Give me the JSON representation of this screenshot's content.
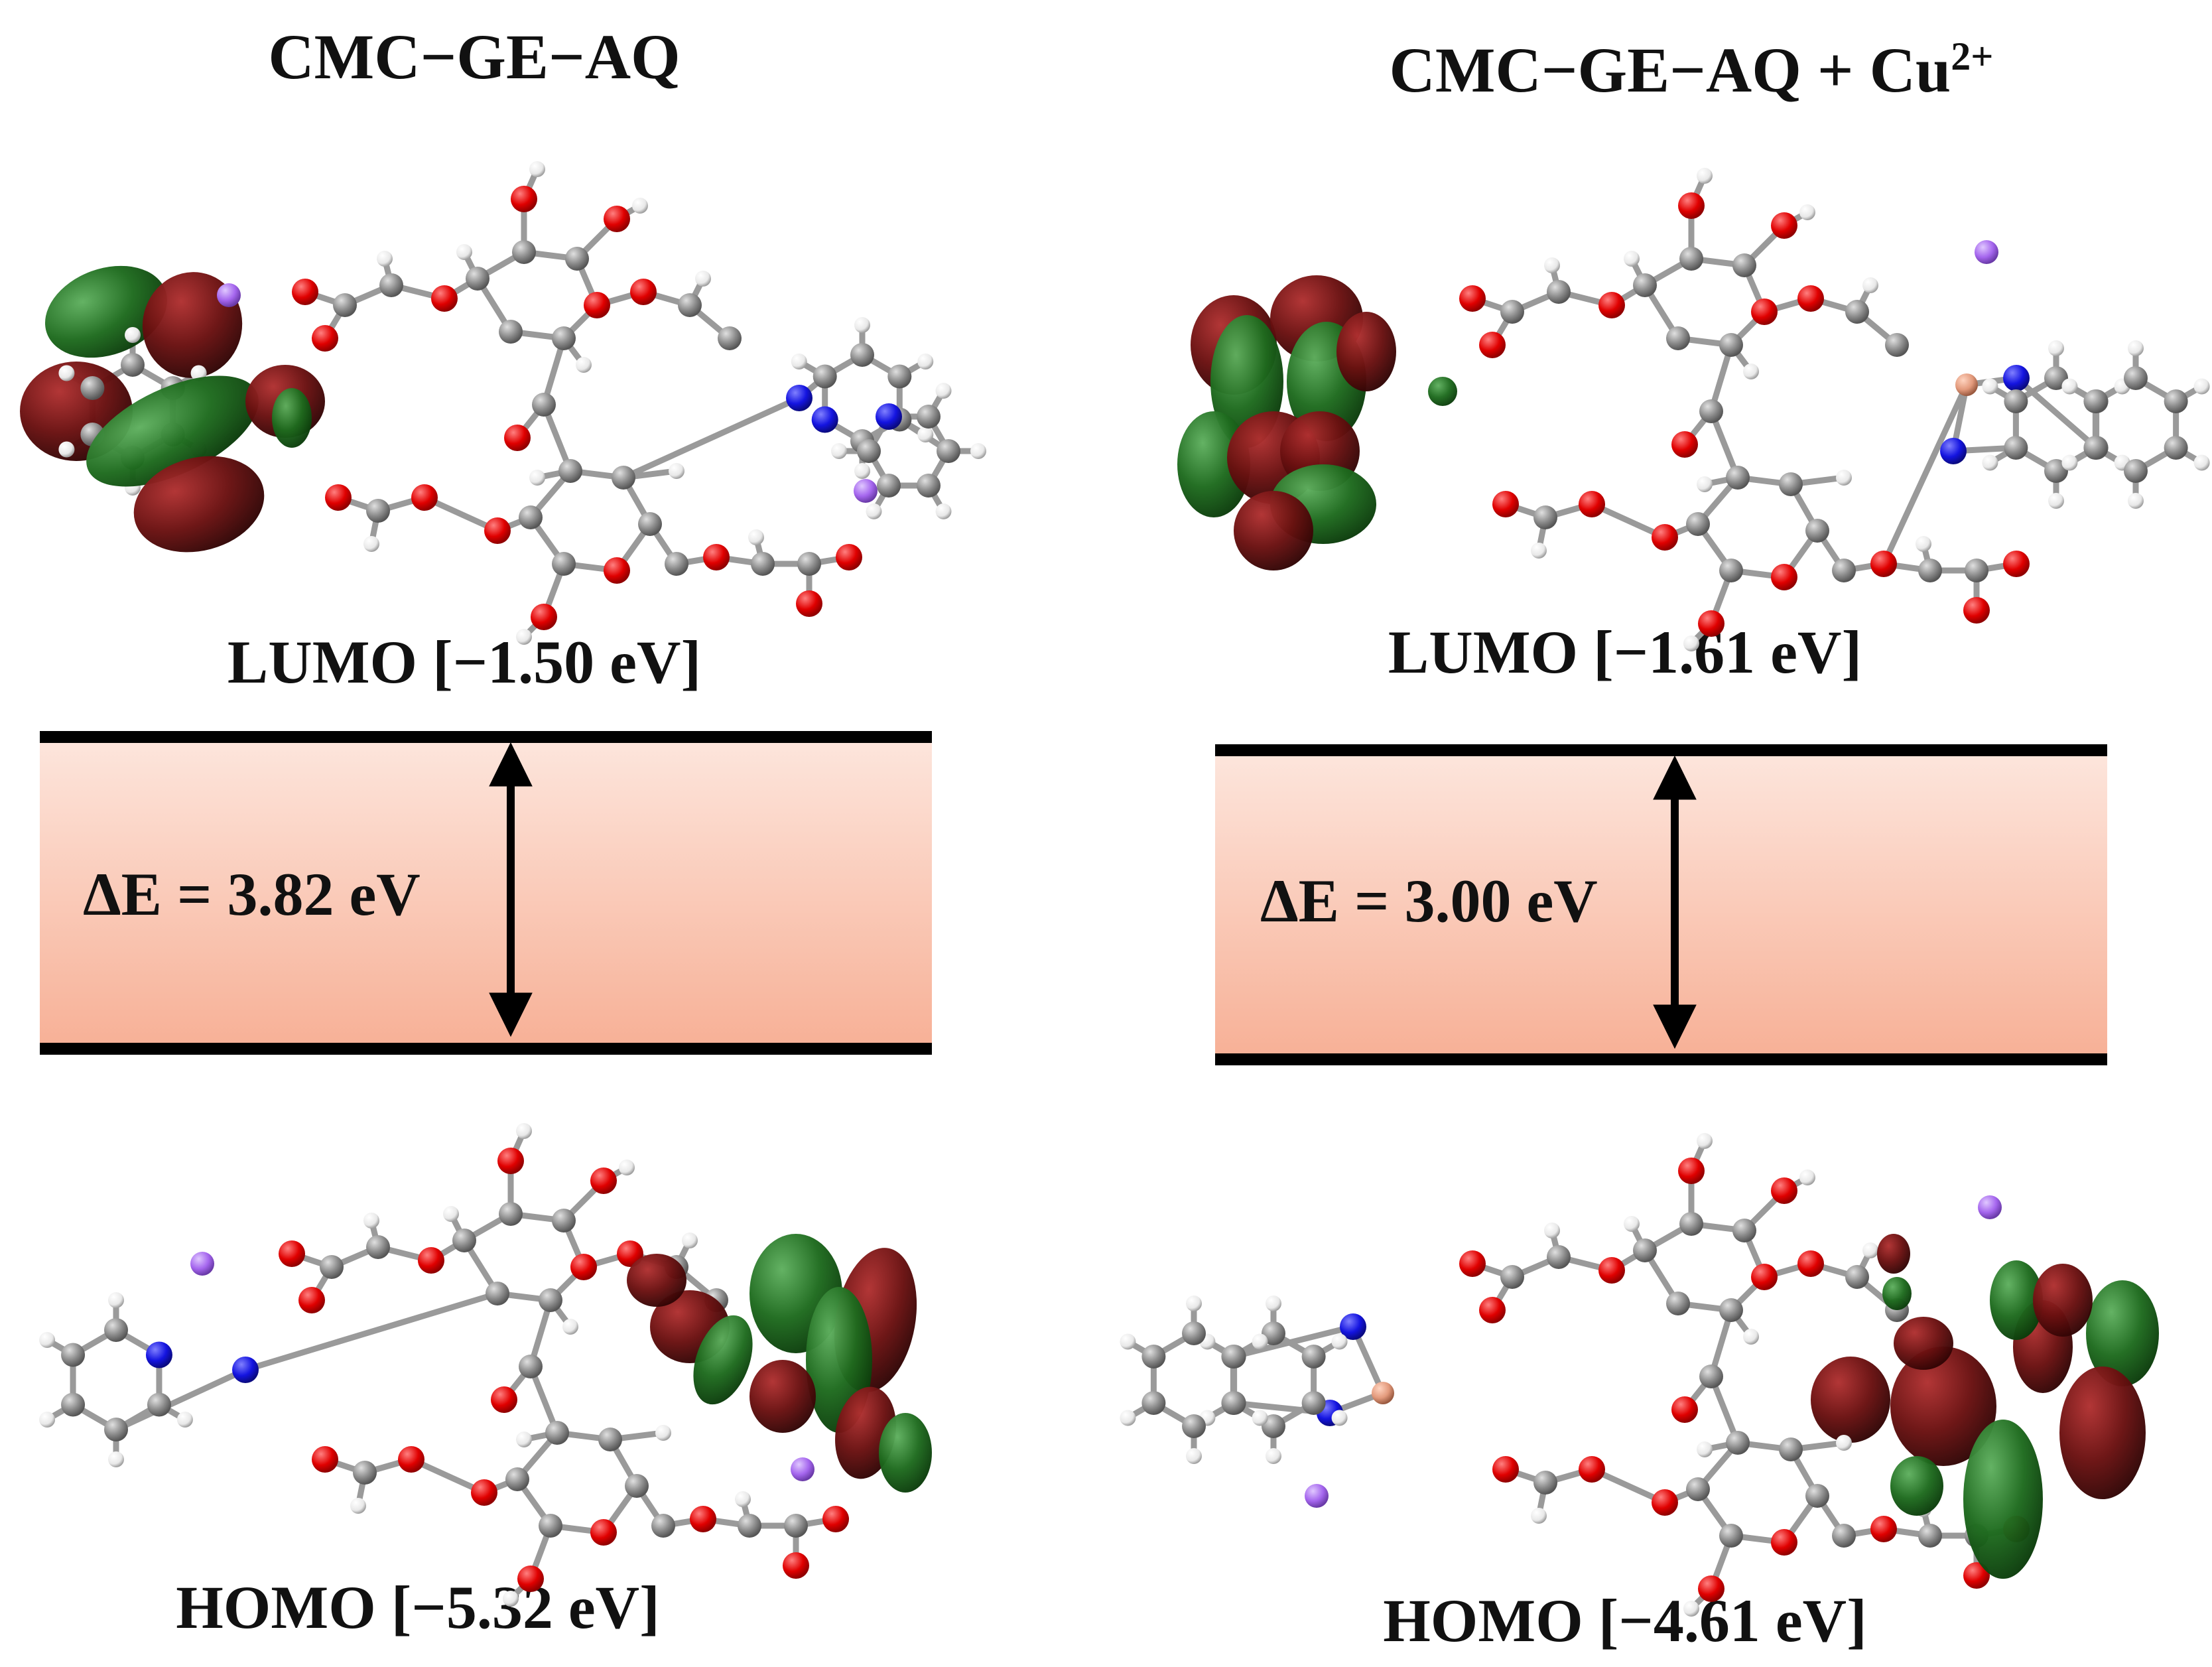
{
  "left_panel": {
    "title": "CMC−GE−AQ",
    "lumo_label": "LUMO [−1.50 eV]",
    "homo_label": "HOMO [−5.32 eV]",
    "gap_label": "ΔE = 3.82 eV"
  },
  "right_panel": {
    "title_main": "CMC−GE−AQ + Cu",
    "title_sup": "2+",
    "lumo_label": "LUMO [−1.61 eV]",
    "homo_label": "HOMO [−4.61 eV]",
    "gap_label": "ΔE = 3.00 eV"
  },
  "colors": {
    "orbital_positive": "#5c0a0a",
    "orbital_negative": "#1e6b1e",
    "oxygen": "#e00000",
    "carbon": "#8a8a8a",
    "hydrogen": "#ffffff",
    "nitrogen": "#1414e0",
    "sodium": "#a566ee",
    "copper": "#e39a7c",
    "gap_fill_top": "#fde6dd",
    "gap_fill_bottom": "#f7b096"
  }
}
